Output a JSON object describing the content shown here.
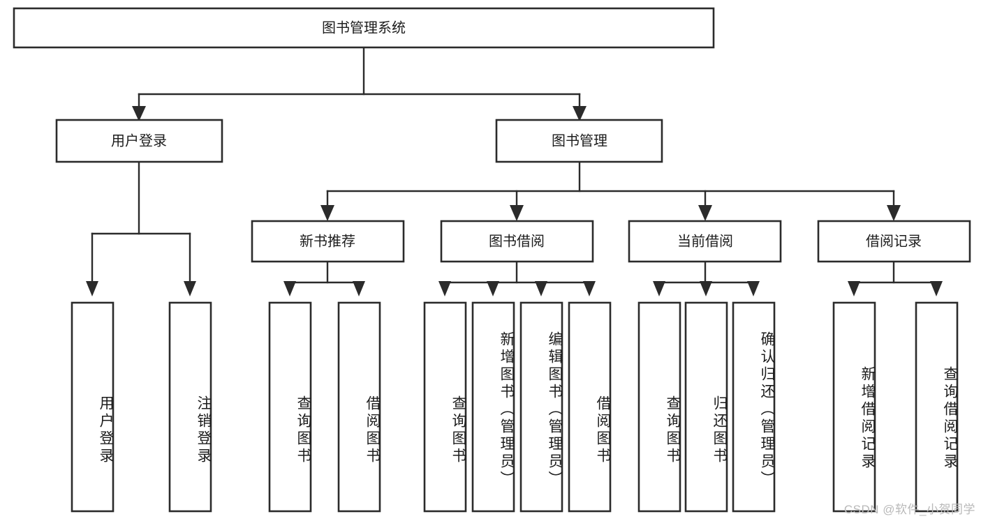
{
  "diagram": {
    "type": "tree",
    "title": "图书管理系统",
    "root": {
      "label": "图书管理系统"
    },
    "level2": [
      {
        "label": "用户登录"
      },
      {
        "label": "图书管理"
      }
    ],
    "level3": [
      {
        "label": "新书推荐"
      },
      {
        "label": "图书借阅"
      },
      {
        "label": "当前借阅"
      },
      {
        "label": "借阅记录"
      }
    ],
    "leaves": {
      "user_login": [
        {
          "label": "用户登录"
        },
        {
          "label": "注销登录"
        }
      ],
      "new_book_recommend": [
        {
          "label": "查询图书"
        },
        {
          "label": "借阅图书"
        }
      ],
      "book_borrow": [
        {
          "label": "查询图书"
        },
        {
          "label": "新增图书（管理员）"
        },
        {
          "label": "编辑图书（管理员）"
        },
        {
          "label": "借阅图书"
        }
      ],
      "current_borrow": [
        {
          "label": "查询图书"
        },
        {
          "label": "归还图书"
        },
        {
          "label": "确认归还（管理员）"
        }
      ],
      "borrow_record": [
        {
          "label": "新增借阅记录"
        },
        {
          "label": "查询借阅记录"
        }
      ]
    }
  },
  "watermark": {
    "text": "CSDN @软件_小贺同学"
  },
  "colors": {
    "box_border": "#2b2b2b",
    "box_fill": "#ffffff",
    "text": "#1c1c1c",
    "connector": "#2b2b2b",
    "watermark": "#b9b9b9",
    "background": "#ffffff"
  }
}
